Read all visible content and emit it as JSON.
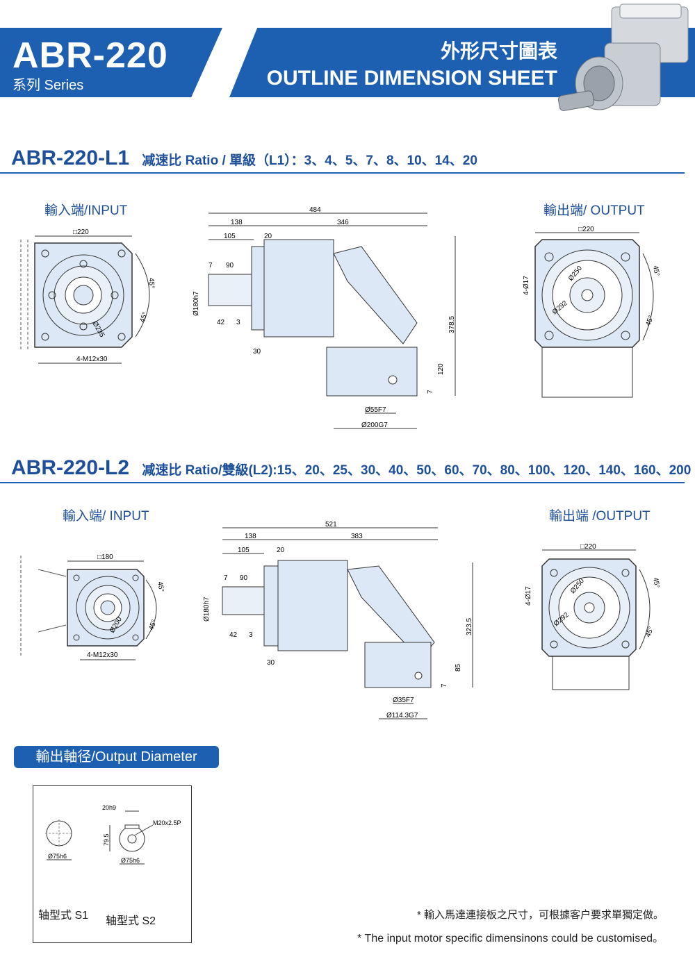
{
  "header": {
    "model": "ABR-220",
    "series": "系列 Series",
    "sheet_title_zh": "外形尺寸圖表",
    "sheet_title_en": "OUTLINE DIMENSION SHEET"
  },
  "l1": {
    "title": "ABR-220-L1",
    "ratio": "减速比 Ratio / 單級（L1）：3、4、5、7、8、10、14、20",
    "input_caption": "輸入端/INPUT",
    "output_caption": "輸出端/ OUTPUT",
    "input_view": {
      "square": "□220",
      "bolt": "4-M12x30",
      "pcd": "Ø235",
      "angle1": "45°",
      "angle2": "45°"
    },
    "side_view": {
      "total": "484",
      "d138": "138",
      "d346": "346",
      "d105": "105",
      "d20": "20",
      "d7": "7",
      "d90": "90",
      "d42": "42",
      "d3": "3",
      "d30": "30",
      "dia180": "Ø180h7",
      "d378": "378.5",
      "d120": "120",
      "d7b": "7",
      "shaft": "Ø55F7",
      "pilot": "Ø200G7"
    },
    "output_view": {
      "square": "□220",
      "holes": "4-Ø17",
      "pcd250": "Ø250",
      "pcd292": "Ø292",
      "angle1": "45°",
      "angle2": "45°"
    }
  },
  "l2": {
    "title": "ABR-220-L2",
    "ratio": "减速比 Ratio/雙級(L2):15、20、25、30、40、50、60、70、80、100、120、140、160、200",
    "input_caption": "輸入端/ INPUT",
    "output_caption": "輸出端 /OUTPUT",
    "input_view": {
      "square": "□180",
      "bolt": "4-M12x30",
      "pcd": "Ø200",
      "angle1": "45°",
      "angle2": "45°"
    },
    "side_view": {
      "total": "521",
      "d138": "138",
      "d383": "383",
      "d105": "105",
      "d20": "20",
      "d7": "7",
      "d90": "90",
      "d42": "42",
      "d3": "3",
      "d30": "30",
      "dia180": "Ø180h7",
      "d323": "323.5",
      "d85": "85",
      "d7b": "7",
      "shaft": "Ø35F7",
      "pilot": "Ø114.3G7"
    },
    "output_view": {
      "square": "□220",
      "holes": "4-Ø17",
      "pcd250": "Ø250",
      "pcd292": "Ø292",
      "angle1": "45°",
      "angle2": "45°"
    }
  },
  "output_diameter": {
    "badge": "輸出軸径/Output Diameter",
    "s1_dia": "Ø75h6",
    "s2_key": "20h9",
    "s2_height": "79.5",
    "s2_thread": "M20x2.5P",
    "s2_dia": "Ø75h6",
    "s1_label": "轴型式 S1",
    "s2_label": "轴型式 S2"
  },
  "notes": {
    "zh": "* 輸入馬達連接板之尺寸，可根據客户要求單獨定做。",
    "en": "* The input motor specific dimensinons could be customised。"
  },
  "colors": {
    "brand_blue": "#1d5fb0",
    "drawing_fill": "#dce8f5",
    "line": "#333333"
  }
}
